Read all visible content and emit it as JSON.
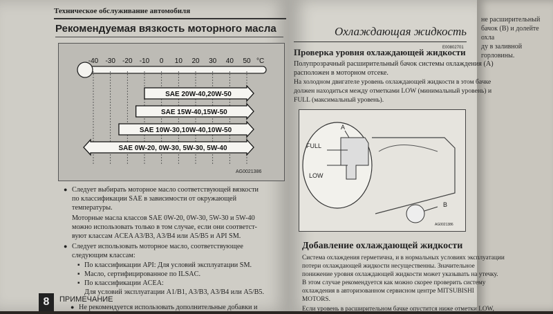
{
  "left_page": {
    "running_head": "Техническое обслуживание автомобиля",
    "title": "Рекомендуемая вязкость моторного масла",
    "chart": {
      "temp_ticks": [
        "-40",
        "-30",
        "-20",
        "-10",
        "0",
        "10",
        "20",
        "30",
        "40",
        "50"
      ],
      "unit": "°C",
      "code": "AG0021386"
    },
    "chart_data": {
      "type": "range",
      "x_unit": "°C",
      "x_range": [
        -40,
        50
      ],
      "series": [
        {
          "name": "SAE 20W-40,20W-50",
          "from": -10,
          "to": 50
        },
        {
          "name": "SAE 15W-40,15W-50",
          "from": -15,
          "to": 50
        },
        {
          "name": "SAE 10W-30,10W-40,10W-50",
          "from": -25,
          "to": 50
        },
        {
          "name": "SAE 0W-20, 0W-30, 5W-30, 5W-40",
          "from": -40,
          "to": 50
        }
      ]
    },
    "bullets": [
      {
        "lines": [
          "Следует выбирать моторное масло соответствующей вязкости",
          "по классификации SAE в зависимости от окружающей",
          "температуры."
        ]
      },
      {
        "lines": [
          "Моторные масла классов SAE 0W-20, 0W-30, 5W-30 и 5W-40",
          "можно использовать только в том случае, если они соответст-",
          "вуют классам ACEA A3/B3, A3/B4 или A5/B5 и API SM."
        ]
      },
      {
        "lines": [
          "Следует использовать моторное масло, соответствующее",
          "следующим классам:"
        ]
      }
    ],
    "subitems": [
      "По классификации API: Для условий эксплуатации SM.",
      "Масло, сертифицированное по ILSAC.",
      "По классификации ACEA:"
    ],
    "acea_line": "Для условий эксплуатации A1/B1, A3/B3, A3/B4 или A5/B5.",
    "page_number": "8",
    "note_title": "ПРИМЕЧАНИЕ",
    "note_bullet": "Не рекомендуется использовать дополнительные добавки и"
  },
  "right_page": {
    "section_title": "Охлаждающая жидкость",
    "code_small": "E00802701",
    "subtitle1": "Проверка уровня охлаждающей жидкости",
    "para1": [
      "Полупрозрачный расширительный бачок системы охлаждения (A)",
      "расположен в моторном отсеке."
    ],
    "para2": [
      "На холодном двигателе уровень охлаждающей жидкости в этом бачке",
      "должен находиться между отметками LOW (минимальный уровень) и",
      "FULL (максимальный уровень)."
    ],
    "diagram": {
      "label_a": "A",
      "label_b": "B",
      "full": "FULL",
      "low": "LOW",
      "code": "AG0021386"
    },
    "subtitle2": "Добавление охлаждающей жидкости",
    "para3": [
      "Система охлаждения герметична, и в нормальных условиях эксплуатации",
      "потери охлаждающей жидкости несущественны. Значительное",
      "понижение уровня охлаждающей жидкости может указывать на утечку.",
      "В  этом случае рекомендуется как можно скорее проверить систему",
      "охлаждения в авторизованном сервисном центре MITSUBISHI",
      "MOTORS."
    ],
    "para4": "Если уровень в расширительном бачке опустится ниже отметки LOW,"
  },
  "far_page": {
    "lines": [
      "не расширительный",
      "бачок (B) и долейте охла",
      "ду в заливной горловины."
    ]
  }
}
